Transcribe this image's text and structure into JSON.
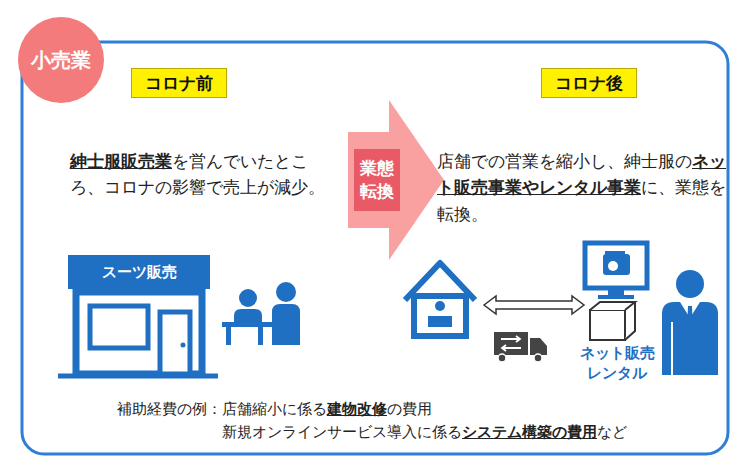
{
  "diagram": {
    "nodes": [
      {
        "text": [
          "小売業"
        ]
      },
      {
        "text": [
          "コロナ前"
        ]
      },
      {
        "text": [
          "コロナ後"
        ]
      },
      {
        "text": [
          "業態転換"
        ]
      },
      {
        "text": [
          "スーツ販売"
        ]
      }
    ],
    "labels": [
      "紳士服販売業",
      "を営んでいたところ、コロナの影響で売上が減少。",
      "店舗での営業を縮小し、紳士服の",
      "ネット販売事業やレンタル事業",
      "に、業態を転換。",
      "ネット販売 レンタル",
      "補助経費の例：",
      "店舗縮小に係る",
      "建物改修",
      "の費用",
      "新規オンラインサービス導入に係る",
      "システム構築の費用",
      "など"
    ]
  }
}
